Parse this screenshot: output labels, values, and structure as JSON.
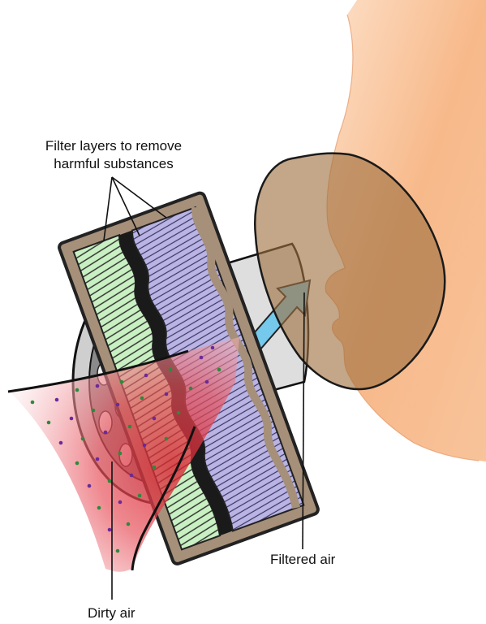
{
  "labels": {
    "filter_layers_line1": "Filter layers to remove",
    "filter_layers_line2": "harmful substances",
    "filtered_air": "Filtered air",
    "dirty_air": "Dirty air"
  },
  "colors": {
    "face_skin": "#f7b98a",
    "mask_cup": "#a0703f",
    "cartridge_housing": "#a6907a",
    "filter_green": "#c9f0c2",
    "filter_lavender": "#b9b4e4",
    "filter_black": "#1a1a1a",
    "dirty_air": "#e23a48",
    "filtered_air_arrow": "#74c9ec",
    "particle_green": "#2c8a3a",
    "particle_purple": "#6a2a9a"
  },
  "icons": [
    "face-silhouette",
    "respirator-mask",
    "filter-cartridge",
    "air-flow-arrow"
  ]
}
